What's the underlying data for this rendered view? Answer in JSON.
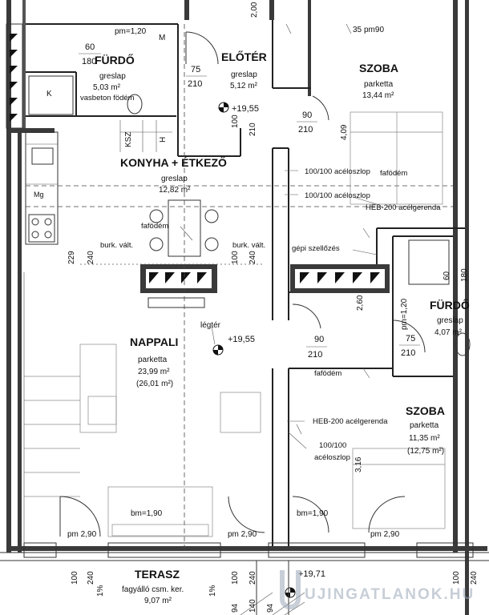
{
  "rooms": {
    "furdo1": {
      "name": "FÜRDŐ",
      "floor": "greslap",
      "area": "5,03 m²"
    },
    "eloter": {
      "name": "ELŐTÉR",
      "floor": "greslap",
      "area": "5,12 m²"
    },
    "szoba1": {
      "name": "SZOBA",
      "floor": "parketta",
      "area": "13,44 m²"
    },
    "konyha": {
      "name": "KONYHA + ÉTKEZŐ",
      "floor": "greslap",
      "area": "12,82 m²"
    },
    "nappali": {
      "name": "NAPPALI",
      "floor": "parketta",
      "area": "23,99 m²",
      "area2": "(26,01 m²)"
    },
    "furdo2": {
      "name": "FÜRDŐ",
      "floor": "greslap",
      "area": "4,07 m²"
    },
    "szoba2": {
      "name": "SZOBA",
      "floor": "parketta",
      "area": "11,35 m²",
      "area2": "(12,75 m²)"
    },
    "terasz": {
      "name": "TERASZ",
      "floor": "fagyálló csm. ker.",
      "area": "9,07 m²"
    }
  },
  "labels": {
    "pm120_top": "pm=1,20",
    "pm90": "pm90",
    "pm120_side": "pm=1,20",
    "bm190_left": "bm=1,90",
    "bm190_right": "bm=1,90",
    "pm290_a": "pm 2,90",
    "pm290_b": "pm 2,90",
    "pm290_c": "pm 2,90",
    "vasbeton": "vasbeton födém",
    "fafodem_kitchen": "fafödém",
    "fafodem_room": "fafödém",
    "fafodem_mid": "fafödém",
    "acel1": "100/100 acéloszlop",
    "acel2": "100/100 acéloszlop",
    "heb200_top": "HEB-200 acélgerenda",
    "heb200_mid": "HEB-200 acélgerenda",
    "acel3a": "100/100",
    "acel3b": "acéloszlop",
    "burk1": "burk. vált.",
    "burk2": "burk. vált.",
    "gepi": "gépi szellőzés",
    "legter": "légtér",
    "lev1955a": "+19,55",
    "lev1955b": "+19,55",
    "lev1971": "+19,71",
    "ksz": "KSZ",
    "h": "H",
    "mg": "Mg",
    "k": "K",
    "m": "M"
  },
  "dims": {
    "d60": "60",
    "d180": "180",
    "d75a": "75",
    "d210a": "210",
    "d35": "35",
    "d200": "2,00",
    "d90a": "90",
    "d210b": "210",
    "d100a": "100",
    "d210c": "210",
    "d409": "4,09",
    "d229": "229",
    "d240a": "240",
    "d240b": "240",
    "d100b": "100",
    "d60b": "60",
    "d180b": "180",
    "d120b": "1,20",
    "d260": "2,60",
    "d75b": "75",
    "d210d": "210",
    "d90b": "90",
    "d210e": "210",
    "d316": "3,16",
    "d100c": "100",
    "d240c": "240",
    "d100d": "100",
    "d240d": "240",
    "d94a": "94",
    "d140": "140",
    "d94b": "94",
    "d100e": "100",
    "d240e": "240",
    "pct1": "1%",
    "pct2": "1%"
  },
  "watermark": "UJINGATLANOK.HU"
}
